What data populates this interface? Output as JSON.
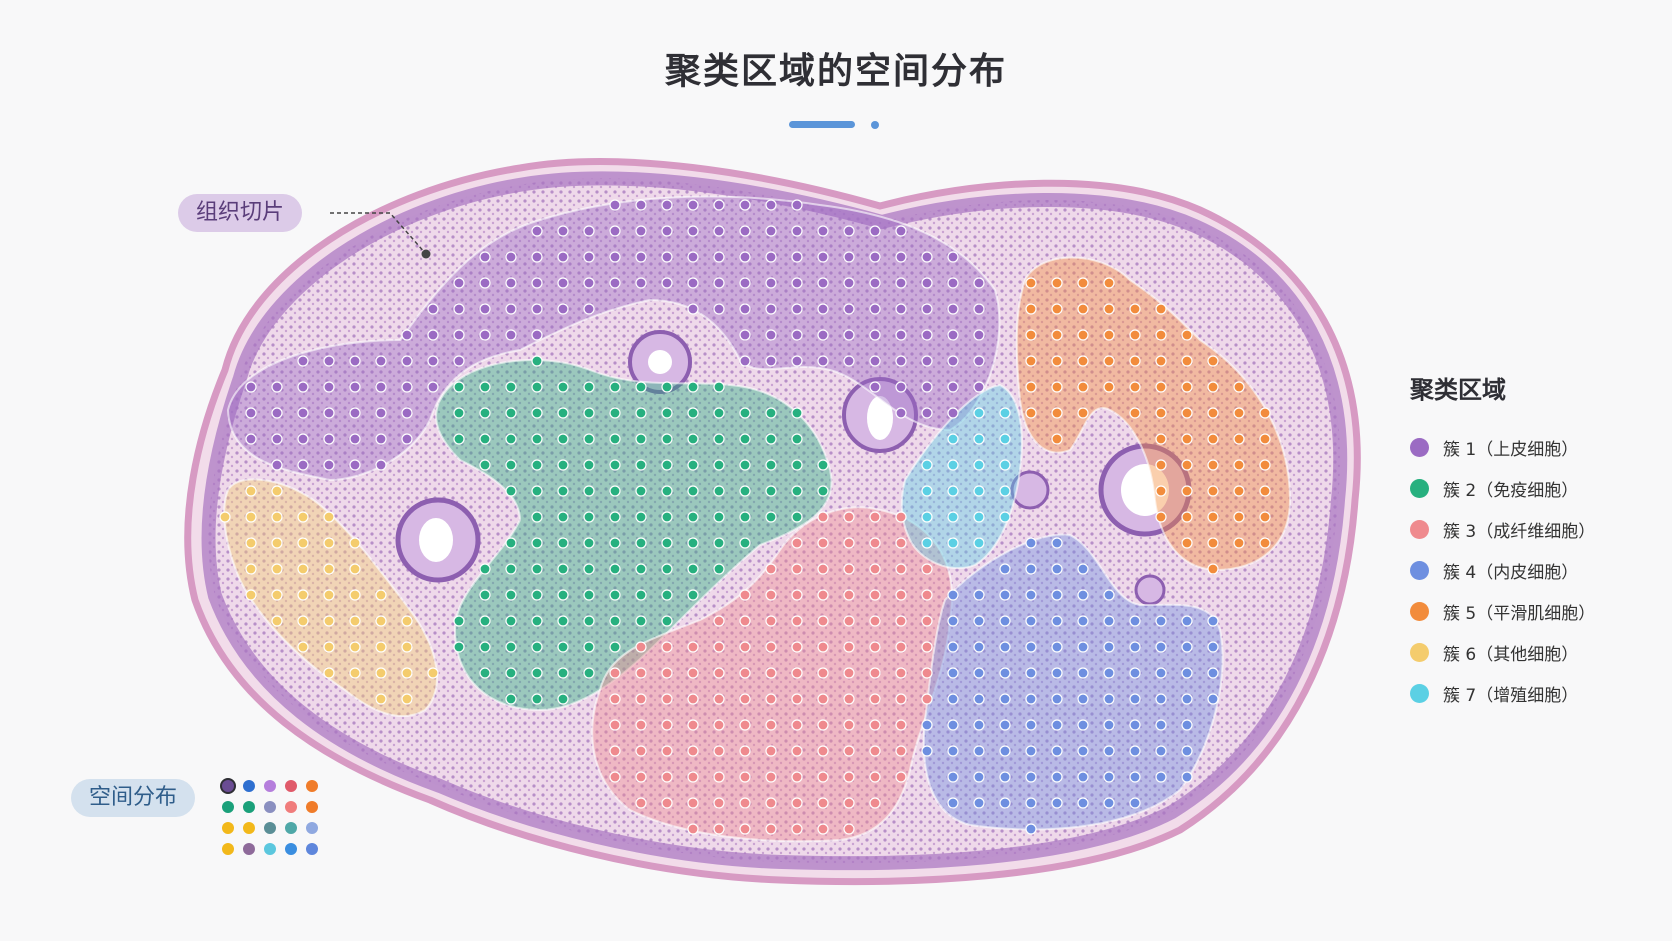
{
  "title": "聚类区域的空间分布",
  "labels": {
    "tissue": "组织切片",
    "spatial": "空间分布"
  },
  "legend": {
    "title": "聚类区域",
    "items": [
      {
        "label": "簇 1（上皮细胞）",
        "color": "#9b6bc3"
      },
      {
        "label": "簇 2（免疫细胞）",
        "color": "#27b07f"
      },
      {
        "label": "簇 3（成纤维细胞）",
        "color": "#ef8a8e"
      },
      {
        "label": "簇 4（内皮细胞）",
        "color": "#6e8fe0"
      },
      {
        "label": "簇 5（平滑肌细胞）",
        "color": "#f28c3c"
      },
      {
        "label": "簇 6（其他细胞）",
        "color": "#f4cc6d"
      },
      {
        "label": "簇 7（增殖细胞）",
        "color": "#5bd0e4"
      }
    ]
  },
  "spatial_dots": [
    [
      "#6a4c93",
      "#2e6fd0",
      "#b57edc",
      "#e05a6a",
      "#f07c2a"
    ],
    [
      "#1aa07a",
      "#1aa07a",
      "#8a8fc0",
      "#f07c7c",
      "#f07c2a"
    ],
    [
      "#f2b81a",
      "#f2b81a",
      "#5a8e96",
      "#4fa8a8",
      "#8fa8e0"
    ],
    [
      "#f2b81a",
      "#8e6a9a",
      "#5bc7de",
      "#3a8ee0",
      "#5e86dc"
    ]
  ]
}
